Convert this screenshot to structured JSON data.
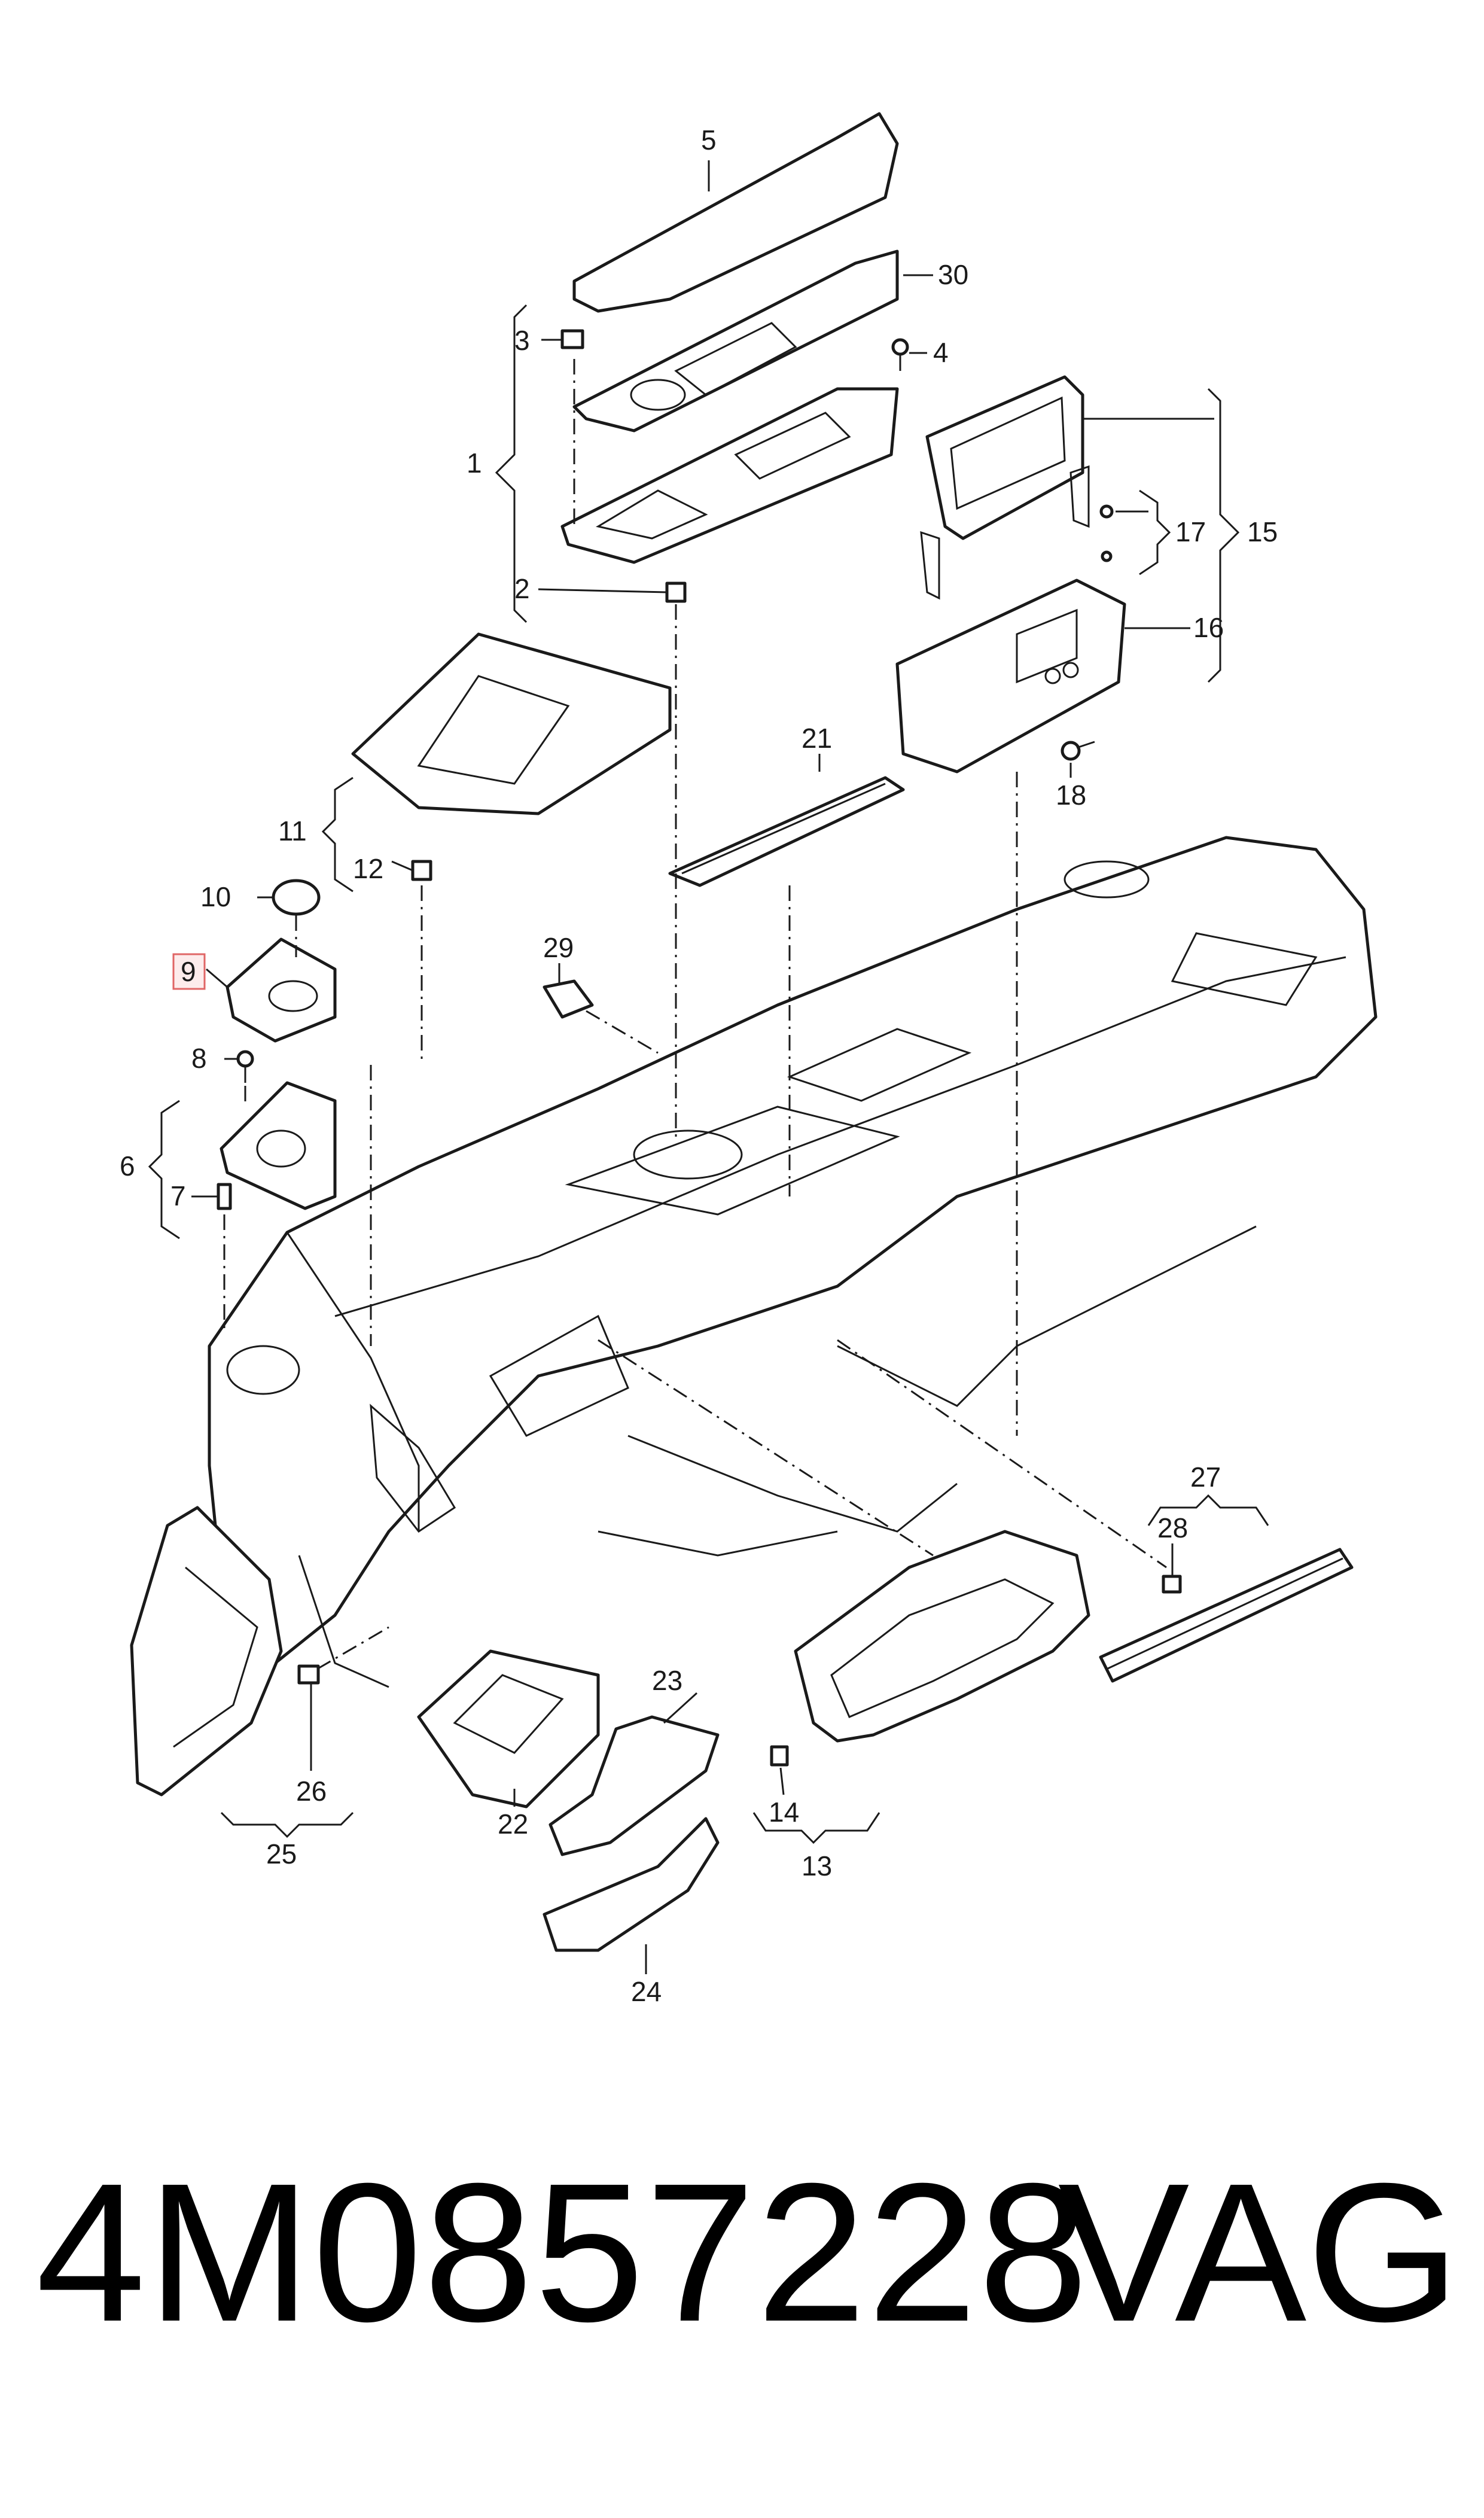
{
  "diagram": {
    "highlighted_callout": "9",
    "callouts": {
      "c1": "1",
      "c2": "2",
      "c3": "3",
      "c4": "4",
      "c5": "5",
      "c6": "6",
      "c7": "7",
      "c8": "8",
      "c9": "9",
      "c10": "10",
      "c11": "11",
      "c12": "12",
      "c13": "13",
      "c14": "14",
      "c15": "15",
      "c16": "16",
      "c17": "17",
      "c18": "18",
      "c21": "21",
      "c22": "22",
      "c23": "23",
      "c24": "24",
      "c25": "25",
      "c26": "26",
      "c27": "27",
      "c28": "28",
      "c29": "29",
      "c30": "30"
    }
  },
  "footer": {
    "part_number": "4M0857228",
    "brand": "VAG"
  },
  "colors": {
    "line": "#1a1a1a",
    "highlight_fill": "#fdecec",
    "highlight_stroke": "#e06666"
  }
}
